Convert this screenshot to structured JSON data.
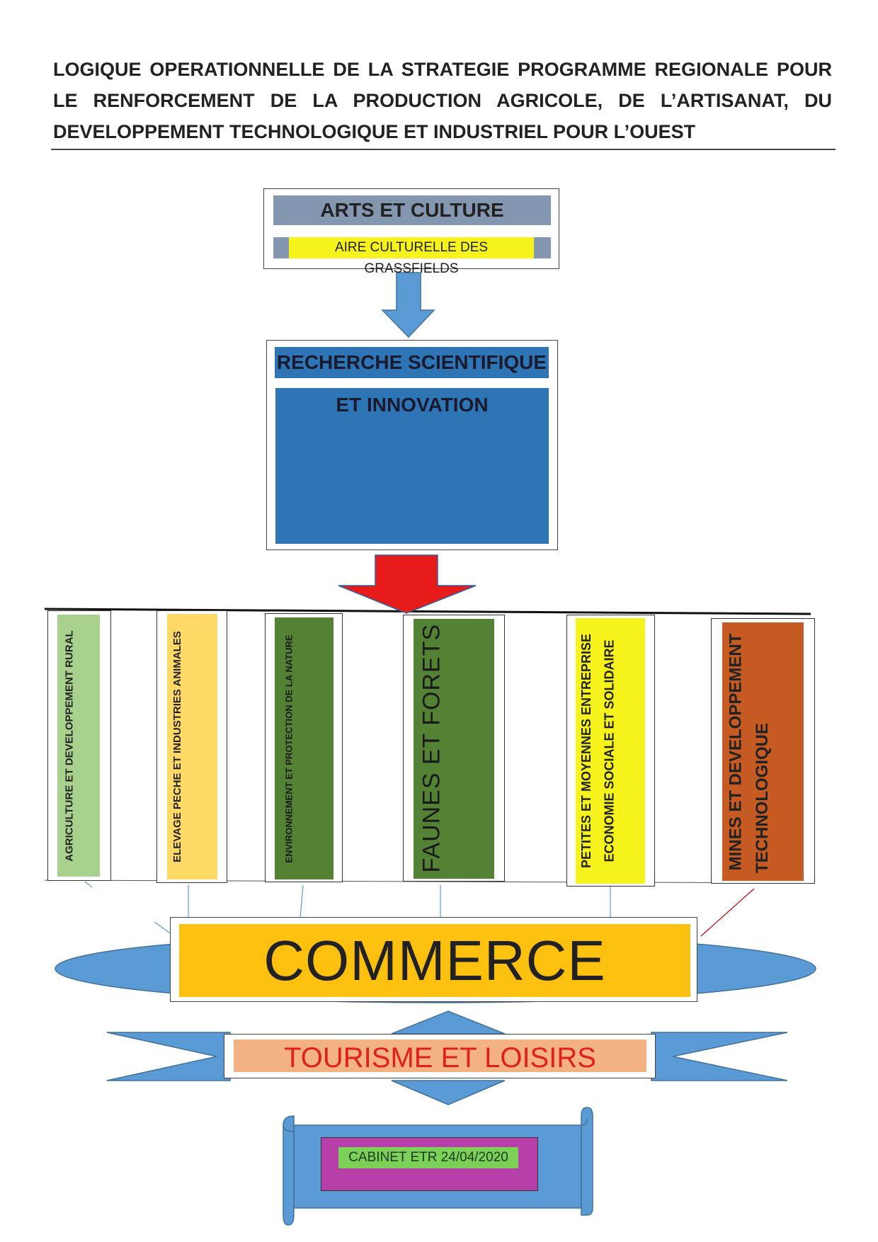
{
  "title": "LOGIQUE OPERATIONNELLE DE LA STRATEGIE PROGRAMME REGIONALE POUR LE RENFORCEMENT DE LA PRODUCTION AGRICOLE, DE L’ARTISANAT, DU DEVELOPPEMENT TECHNOLOGIQUE ET INDUSTRIEL POUR L’OUEST",
  "arts": {
    "heading": "ARTS ET CULTURE",
    "subheading": "AIRE CULTURELLE DES GRASSFIELDS"
  },
  "recherche": {
    "line1": "RECHERCHE SCIENTIFIQUE",
    "line2": "ET INNOVATION"
  },
  "columns": [
    {
      "label": "AGRICULTURE ET DEVELOPPEMENT RURAL",
      "color": "#a9d18e"
    },
    {
      "label": "ELEVAGE PECHE ET INDUSTRIES ANIMALES",
      "color": "#ffd966"
    },
    {
      "label": "ENVIRONNEMENT ET PROTECTION DE LA NATURE",
      "color": "#548235"
    },
    {
      "label": "FAUNES ET FORETS",
      "color": "#548235"
    },
    {
      "label_line1": "PETITES ET MOYENNES ENTREPRISE",
      "label_line2": "ECONOMIE SOCIALE ET SOLIDAIRE",
      "color": "#f6f21b"
    },
    {
      "label_line1": "MINES ET DEVELOPPEMENT",
      "label_line2": "TECHNOLOGIQUE",
      "color": "#c55a22"
    }
  ],
  "commerce": "COMMERCE",
  "tourisme": "TOURISME ET LOISIRS",
  "cabinet": "CABINET ETR 24/04/2020",
  "colors": {
    "arts_header": "#8497b0",
    "recherche_blue": "#2e75b6",
    "arrow_blue": "#5b9bd5",
    "arrow_red": "#e81b1b",
    "commerce_yellow": "#fcc10f",
    "tourisme_salmon": "#f4b183",
    "tourisme_text": "#e0201b",
    "cabinet_magenta": "#b53fa6",
    "cabinet_green": "#7cd058"
  }
}
